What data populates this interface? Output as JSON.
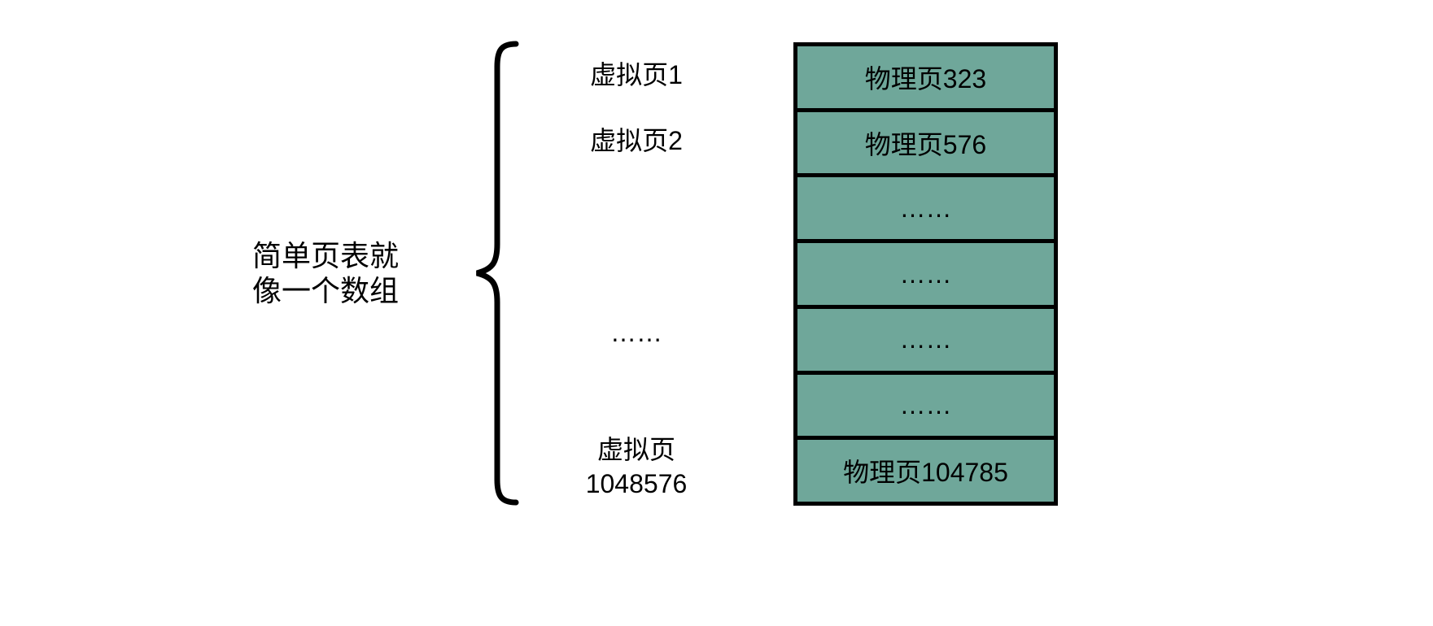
{
  "diagram": {
    "title": "简单页表就\n像一个数组",
    "virtual_pages": [
      "虚拟页1",
      "虚拟页2",
      "……",
      "虚拟页\n1048576"
    ],
    "physical_pages": [
      "物理页323",
      "物理页576",
      "……",
      "……",
      "……",
      "……",
      "物理页104785"
    ],
    "colors": {
      "cell_fill": "#6FA79A",
      "border": "#000000",
      "background": "#FFFFFF",
      "text": "#000000"
    }
  }
}
